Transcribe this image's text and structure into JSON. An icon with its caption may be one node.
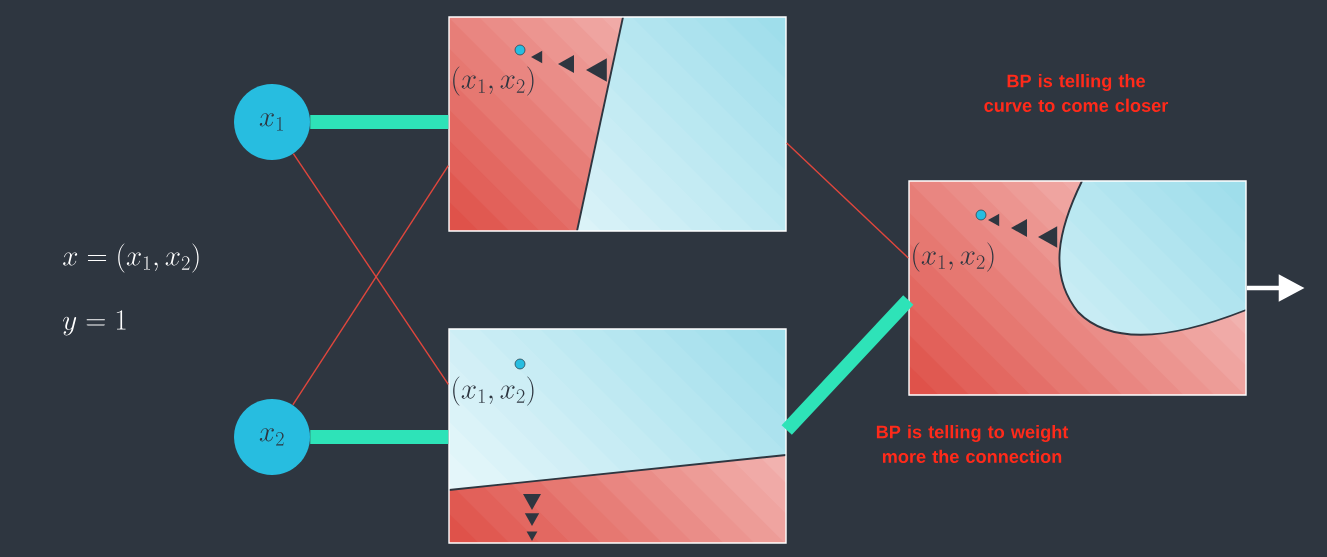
{
  "diagram": {
    "nodes": [
      {
        "text": [
          "x_1"
        ]
      },
      {
        "text": [
          "x_2"
        ]
      },
      {
        "text": [
          "(x_1, x_2)"
        ]
      },
      {
        "text": [
          "(x_1, x_2)"
        ]
      },
      {
        "text": [
          "(x_1, x_2)"
        ]
      }
    ],
    "edges": [
      {
        "from": 0,
        "to": 2,
        "arrow": "none",
        "style": "thick",
        "color": "#2ee3b8"
      },
      {
        "from": 0,
        "to": 3,
        "arrow": "none",
        "color": "#e0463c"
      },
      {
        "from": 1,
        "to": 2,
        "arrow": "none",
        "color": "#e0463c"
      },
      {
        "from": 1,
        "to": 3,
        "arrow": "none",
        "style": "thick",
        "color": "#2ee3b8"
      },
      {
        "from": 2,
        "to": 4,
        "arrow": "none",
        "color": "#e0463c"
      },
      {
        "from": 3,
        "to": 4,
        "arrow": "none",
        "style": "thick",
        "color": "#2ee3b8"
      },
      {
        "from": 4,
        "to": null,
        "arrow": "to",
        "color": "#ffffff"
      }
    ],
    "labels": [
      "x = (x_1, x_2)",
      "y = 1",
      "BP is telling the curve to come closer",
      "BP is telling to weight more the connection"
    ]
  }
}
